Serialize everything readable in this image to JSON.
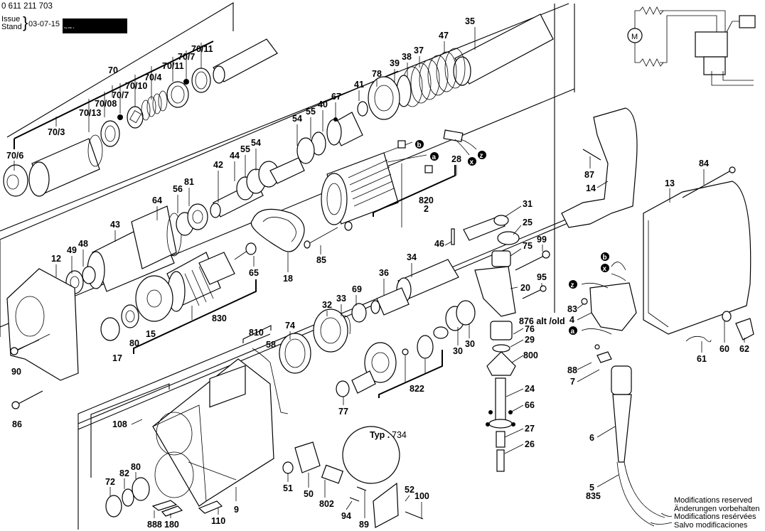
{
  "header": {
    "part_number": "0 611 211 703",
    "issue_label": "Issue",
    "stand_label": "Stand",
    "issue_date": "03-07-15",
    "black_bar_text": "Fig./Abb. 1"
  },
  "footer": {
    "modifications": [
      "Modifications reserved",
      "Änderungen vorbehalten",
      "Modifications resérvées",
      "Salvo modificaciones"
    ]
  },
  "wiring_markers": {
    "a": "a",
    "b": "b",
    "x": "x",
    "z": "z"
  },
  "wiring_diagram": {
    "motor_symbol": "M"
  },
  "detail_inset": {
    "label": "Typ .",
    "type_number": "734"
  },
  "part_labels": {
    "p70_6": "70/6",
    "p70_3": "70/3",
    "p70_13": "70/13",
    "p70_08": "70/08",
    "p70": "70",
    "p70_7a": "70/7",
    "p70_10": "70/10",
    "p70_4": "70/4",
    "p70_11a": "70/11",
    "p70_7b": "70/7",
    "p70_11b": "70/11",
    "p35": "35",
    "p47": "47",
    "p37": "37",
    "p38": "38",
    "p39": "39",
    "p78": "78",
    "p41": "41",
    "p67": "67",
    "p40": "40",
    "p55a": "55",
    "p54a": "54",
    "p55b": "55",
    "p54b": "54",
    "p44": "44",
    "p42": "42",
    "p81": "81",
    "p56": "56",
    "p64": "64",
    "p43": "43",
    "p48": "48",
    "p49": "49",
    "p12": "12",
    "p65": "65",
    "p830": "830",
    "p15": "15",
    "p80a": "80",
    "p17": "17",
    "p90": "90",
    "p86": "86",
    "p18": "18",
    "p85": "85",
    "p28": "28",
    "p820": "820",
    "p2": "2",
    "p31": "31",
    "p25": "25",
    "p46": "46",
    "p75": "75",
    "p99": "99",
    "p34": "34",
    "p36": "36",
    "p69": "69",
    "p33": "33",
    "p32": "32",
    "p74": "74",
    "p95": "95",
    "p20": "20",
    "p876": "876 alt /old",
    "p76": "76",
    "p29": "29",
    "p30a": "30",
    "p30b": "30",
    "p800": "800",
    "p822": "822",
    "p77": "77",
    "p810": "810",
    "p58": "58",
    "p108": "108",
    "p24": "24",
    "p66": "66",
    "p27": "27",
    "p26": "26",
    "p72": "72",
    "p82": "82",
    "p80b": "80",
    "p9": "9",
    "p888": "888",
    "p180": "180",
    "p110": "110",
    "p51": "51",
    "p50": "50",
    "p802": "802",
    "p94": "94",
    "p89": "89",
    "p52": "52",
    "p100": "100",
    "p87": "87",
    "p14": "14",
    "p84": "84",
    "p13": "13",
    "p83": "83",
    "p4": "4",
    "p61": "61",
    "p60": "60",
    "p62": "62",
    "p88": "88",
    "p7": "7",
    "p6": "6",
    "p5": "5",
    "p835": "835"
  }
}
